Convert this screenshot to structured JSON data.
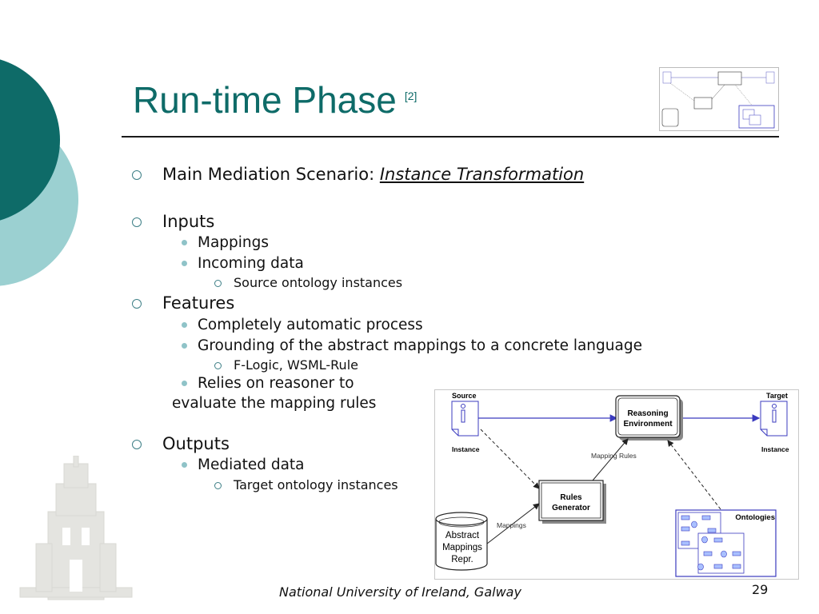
{
  "slide": {
    "title": "Run-time Phase",
    "title_ref": "[2]",
    "footer": "National University of Ireland, Galway",
    "page_number": "29"
  },
  "bullets": {
    "scenario_label": "Main Mediation Scenario: ",
    "scenario_value": "Instance Transformation",
    "inputs": "Inputs",
    "mappings": "Mappings",
    "incoming": "Incoming data",
    "source_instances": "Source ontology instances",
    "features": "Features",
    "automatic": "Completely automatic process",
    "grounding": "Grounding of the abstract mappings to a concrete language",
    "flogic": "F-Logic, WSML-Rule",
    "relies": "Relies on reasoner to",
    "relies2": "evaluate the mapping rules",
    "outputs": "Outputs",
    "mediated": "Mediated data",
    "target_instances": "Target ontology instances"
  },
  "diagram": {
    "source": "Source",
    "target": "Target",
    "instance_left": "Instance",
    "instance_right": "Instance",
    "reasoning_1": "Reasoning",
    "reasoning_2": "Environment",
    "mapping_rules": "Mapping Rules",
    "rules_1": "Rules",
    "rules_2": "Generator",
    "mappings": "Mappings",
    "abstract_1": "Abstract",
    "abstract_2": "Mappings",
    "abstract_3": "Repr.",
    "ontologies": "Ontologies"
  },
  "colors": {
    "title": "#0e6b68",
    "dark_teal": "#0e6b68",
    "light_teal": "#9bd0d1",
    "diagram_blue": "#3b3bbf"
  },
  "icons": {
    "seal": "university-seal-watermark"
  }
}
